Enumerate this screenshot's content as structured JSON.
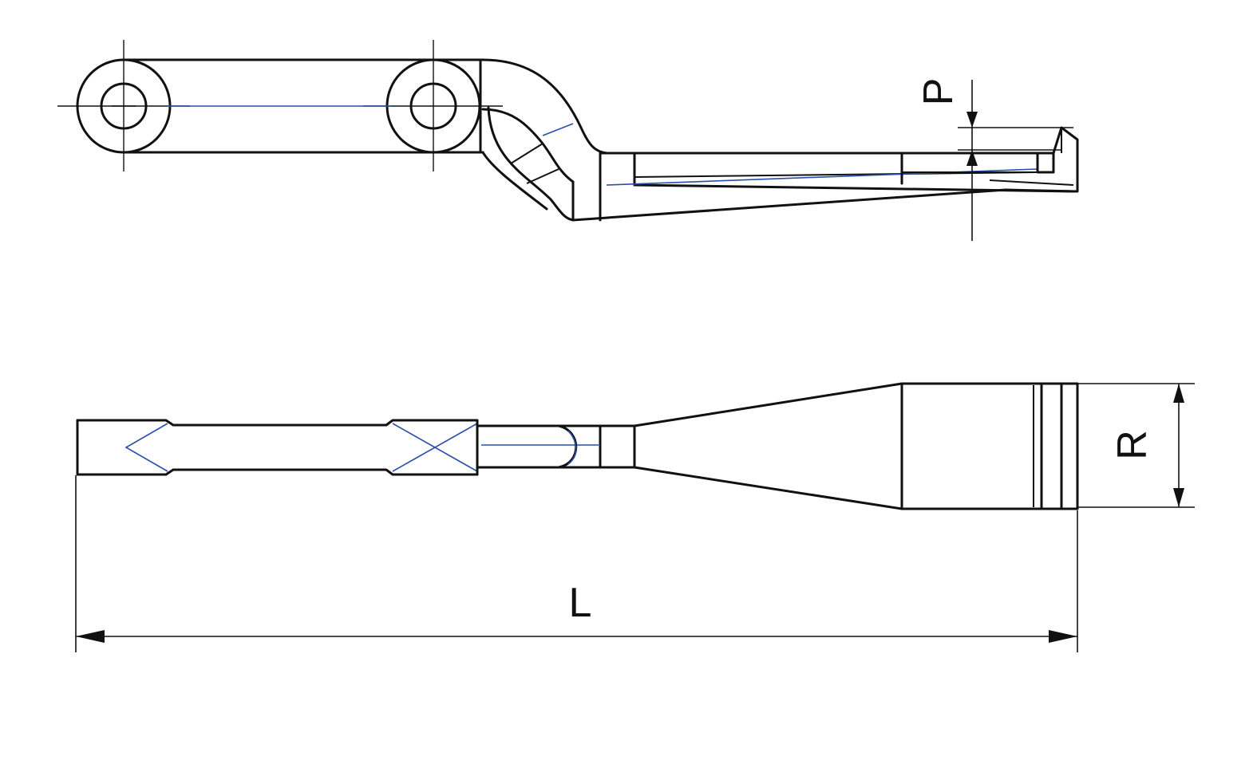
{
  "labels": {
    "p": "P",
    "r": "R",
    "l": "L"
  },
  "colors": {
    "outline": "#111111",
    "hidden_line": "#2a4fa8",
    "background": "#ffffff"
  }
}
